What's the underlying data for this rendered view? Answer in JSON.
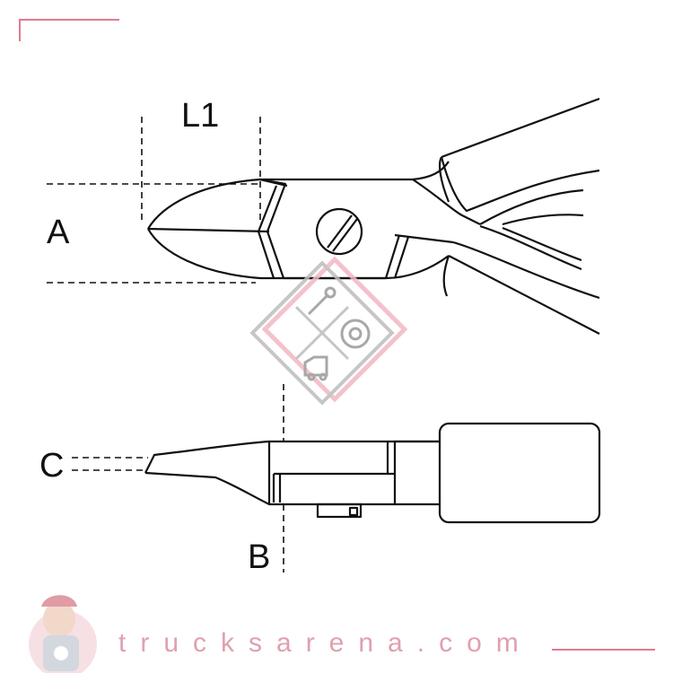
{
  "labels": {
    "length": "L1",
    "jaw_height": "A",
    "tip_thickness": "C",
    "head_thickness": "B"
  },
  "watermark": {
    "site": "trucksarena.com",
    "badge_icons": [
      "wrench-icon",
      "brake-disc-icon",
      "truck-cab-icon"
    ]
  },
  "colors": {
    "line": "#111111",
    "accent": "#e07b8c",
    "watermark_gray": "#b8b8b8"
  }
}
